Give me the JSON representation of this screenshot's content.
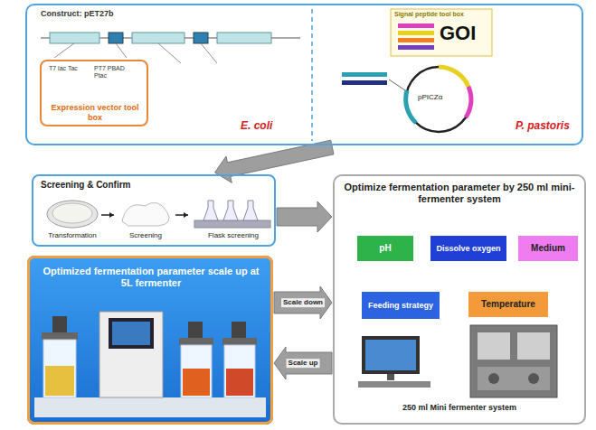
{
  "diagram": {
    "nodes": [
      {
        "text": [
          "E. coli",
          "P. pastoris"
        ]
      },
      {
        "text": [
          "T7 lac Tac",
          "PT7 PBAD Ptac",
          "Expression vector tool box"
        ],
        "in": 0
      },
      {
        "text": [
          "Screening & Confirm"
        ]
      },
      {
        "text": [
          "Optimize fermentation parameter by 250 ml mini-fermenter system",
          "250 ml Mini fermenter system"
        ]
      },
      {
        "text": [
          "pH"
        ],
        "in": 3
      },
      {
        "text": [
          "Dissolve oxygen"
        ],
        "in": 3
      },
      {
        "text": [
          "Medium"
        ],
        "in": 3
      },
      {
        "text": [
          "Feeding strategy"
        ],
        "in": 3
      },
      {
        "text": [
          "Temperature"
        ],
        "in": 3
      },
      {
        "text": [
          "Optimized fermentation parameter scale up at 5L fermenter"
        ]
      }
    ],
    "edges": [
      {
        "from": 0,
        "to": 2,
        "arrow": "to"
      },
      {
        "from": 2,
        "to": 3,
        "arrow": "to"
      },
      {
        "from": 9,
        "to": 3,
        "label": "Scale down",
        "arrow": "to"
      },
      {
        "from": 3,
        "to": 9,
        "label": "Scale up",
        "arrow": "to"
      }
    ],
    "labels": [
      "Construct: pET27b",
      "Signal peptide tool box",
      "GOI",
      "pPICZα",
      "Transformation",
      "Screening",
      "Flask screening"
    ]
  }
}
